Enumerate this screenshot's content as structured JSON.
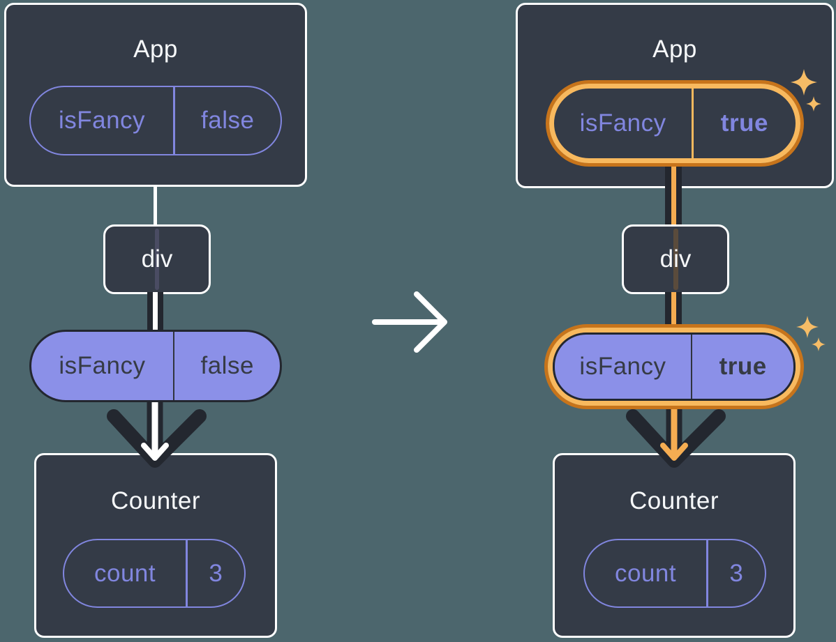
{
  "colors": {
    "background": "#4C666D",
    "card": "#343B47",
    "ink": "#23272F",
    "purple": "#8186DF",
    "purple_fill": "#8B90E8",
    "orange_dark": "#C7741B",
    "orange_light": "#F8B95E",
    "orange_core": "#F5AD52",
    "sparkle": "#F6BC66",
    "white": "#FFFFFF"
  },
  "before": {
    "app_title": "App",
    "app_prop_name": "isFancy",
    "app_prop_value": "false",
    "div_label": "div",
    "passed_prop_name": "isFancy",
    "passed_prop_value": "false",
    "counter_title": "Counter",
    "state_name": "count",
    "state_value": "3"
  },
  "after": {
    "app_title": "App",
    "app_prop_name": "isFancy",
    "app_prop_value": "true",
    "div_label": "div",
    "passed_prop_name": "isFancy",
    "passed_prop_value": "true",
    "counter_title": "Counter",
    "state_name": "count",
    "state_value": "3"
  }
}
